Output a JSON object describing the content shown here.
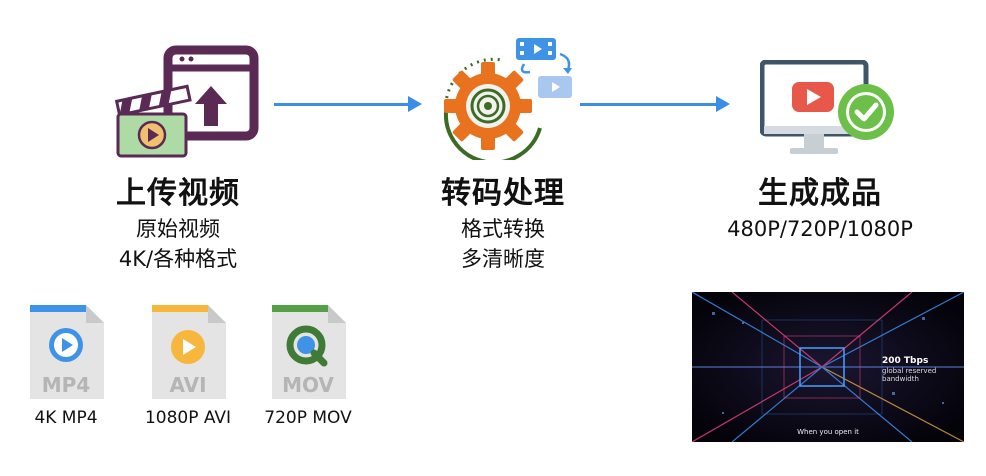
{
  "steps": [
    {
      "title": "上传视频",
      "lines": [
        "原始视频",
        "4K/各种格式"
      ]
    },
    {
      "title": "转码处理",
      "lines": [
        "格式转换",
        "多清晰度"
      ]
    },
    {
      "title": "生成成品",
      "lines": [
        "480P/720P/1080P"
      ]
    }
  ],
  "files": [
    {
      "tag": "MP4",
      "label": "4K MP4",
      "color": "#3f93e6"
    },
    {
      "tag": "AVI",
      "label": "1080P AVI",
      "color": "#f6b73c"
    },
    {
      "tag": "MOV",
      "label": "720P MOV",
      "color": "#55a046"
    }
  ],
  "video": {
    "headline": "200 Tbps",
    "subline": "global reserved bandwidth",
    "caption": "When you open it"
  },
  "colors": {
    "arrow": "#3b8ee8",
    "upload_icon": "#5a2a55",
    "gear": "#e8721d",
    "monitor_play": "#e8584a",
    "check": "#6cc04a"
  }
}
